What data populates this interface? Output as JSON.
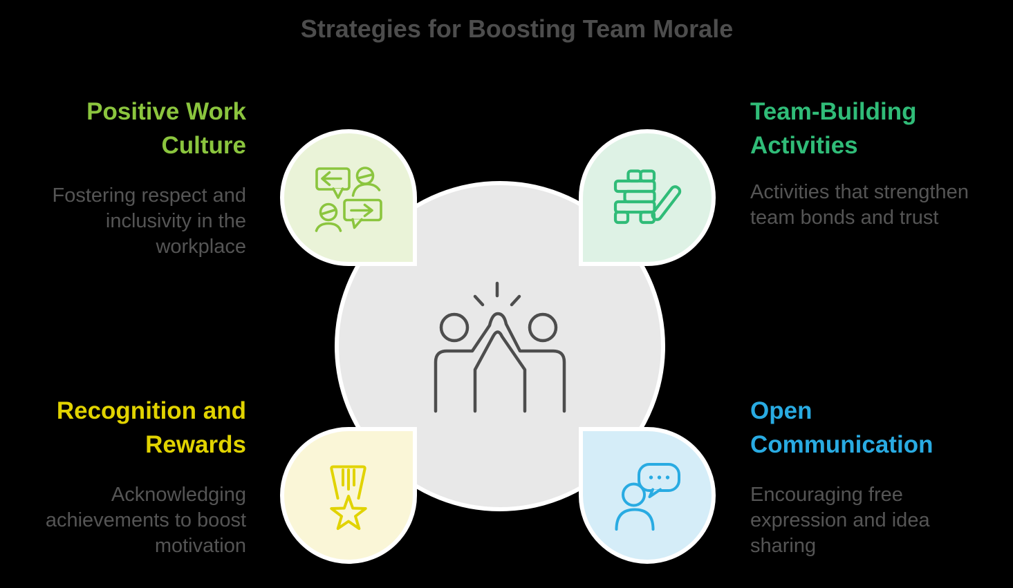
{
  "title": "Strategies for Boosting Team Morale",
  "background_color": "#000000",
  "title_color": "#4D4D4D",
  "description_color": "#555555",
  "center": {
    "icon": "high-five-people-icon",
    "circle_fill": "#E8E8E8",
    "circle_border": "#FFFFFF",
    "icon_color": "#4D4D4D"
  },
  "quadrants": {
    "top_left": {
      "heading": "Positive Work\nCulture",
      "description": "Fostering respect and\ninclusivity in the\nworkplace",
      "accent_color": "#8BC53E",
      "bubble_fill": "#EAF3D8",
      "icon": "people-exchanging-messages-icon"
    },
    "top_right": {
      "heading": "Team-Building\nActivities",
      "description": "Activities that strengthen\nteam bonds and trust",
      "accent_color": "#30BC78",
      "bubble_fill": "#DEF2E5",
      "icon": "stacking-blocks-icon"
    },
    "bottom_left": {
      "heading": "Recognition and\nRewards",
      "description": "Acknowledging\nachievements to boost\nmotivation",
      "accent_color": "#E1D300",
      "bubble_fill": "#FAF6D7",
      "icon": "star-medal-icon"
    },
    "bottom_right": {
      "heading": "Open\nCommunication",
      "description": "Encouraging free\nexpression and idea\nsharing",
      "accent_color": "#29ABE2",
      "bubble_fill": "#D5EDF8",
      "icon": "person-speech-bubble-icon"
    }
  }
}
